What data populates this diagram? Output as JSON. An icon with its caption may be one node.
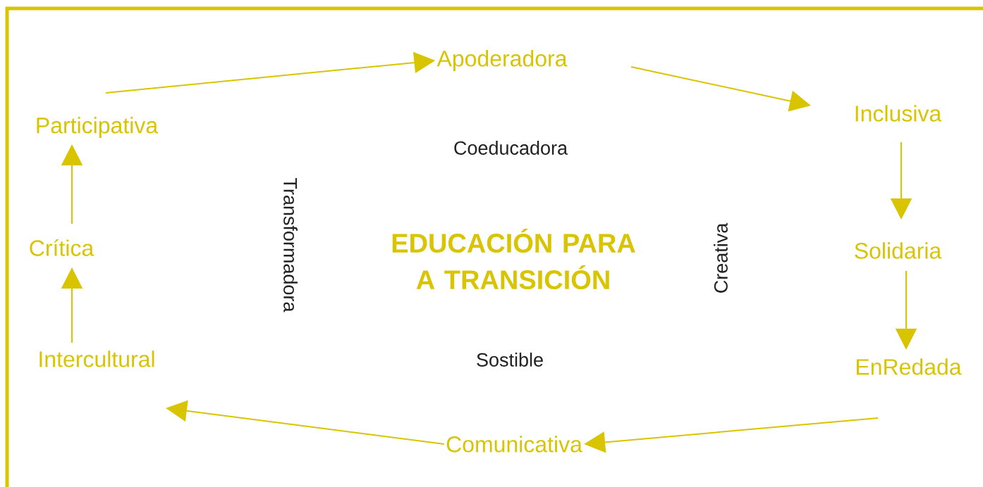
{
  "diagram": {
    "title": "EDUCACIÓN PARA A TRANSICIÓN",
    "nodes": [
      {
        "text": [
          "Apoderadora"
        ]
      },
      {
        "text": [
          "Inclusiva"
        ]
      },
      {
        "text": [
          "Solidaria"
        ]
      },
      {
        "text": [
          "EnRedada"
        ]
      },
      {
        "text": [
          "Comunicativa"
        ]
      },
      {
        "text": [
          "Intercultural"
        ]
      },
      {
        "text": [
          "Crítica"
        ]
      },
      {
        "text": [
          "Participativa"
        ]
      }
    ],
    "edges": [
      {
        "from": 7,
        "to": 0,
        "arrow": "to"
      },
      {
        "from": 0,
        "to": 1,
        "arrow": "to"
      },
      {
        "from": 1,
        "to": 2,
        "arrow": "to"
      },
      {
        "from": 2,
        "to": 3,
        "arrow": "to"
      },
      {
        "from": 3,
        "to": 4,
        "arrow": "to"
      },
      {
        "from": 4,
        "to": 5,
        "arrow": "to"
      },
      {
        "from": 5,
        "to": 6,
        "arrow": "to"
      },
      {
        "from": 6,
        "to": 7,
        "arrow": "to"
      }
    ],
    "labels": [
      "Coeducadora",
      "Transformadora",
      "Creativa",
      "Sostible"
    ]
  }
}
